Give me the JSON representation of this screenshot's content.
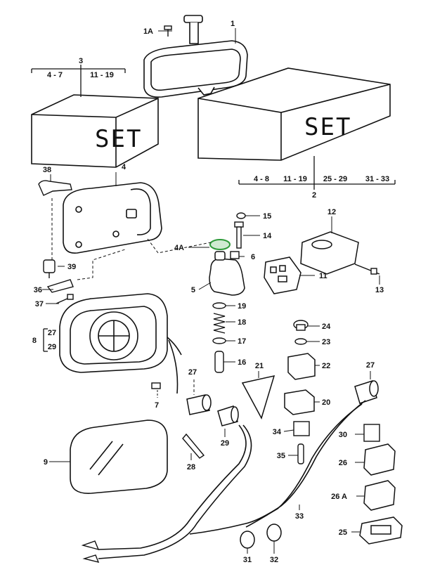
{
  "diagram": {
    "set_label": "SET",
    "labels": [
      {
        "id": "1",
        "text": "1"
      },
      {
        "id": "1A",
        "text": "1A"
      },
      {
        "id": "2",
        "text": "2"
      },
      {
        "id": "3",
        "text": "3"
      },
      {
        "id": "3a",
        "text": "4 - 7"
      },
      {
        "id": "3b",
        "text": "11 - 19"
      },
      {
        "id": "2a",
        "text": "4 - 8"
      },
      {
        "id": "2b",
        "text": "11 - 19"
      },
      {
        "id": "2c",
        "text": "25 - 29"
      },
      {
        "id": "2d",
        "text": "31 - 33"
      },
      {
        "id": "4",
        "text": "4"
      },
      {
        "id": "4A",
        "text": "4A"
      },
      {
        "id": "5",
        "text": "5"
      },
      {
        "id": "6",
        "text": "6"
      },
      {
        "id": "7",
        "text": "7"
      },
      {
        "id": "8",
        "text": "8"
      },
      {
        "id": "27a",
        "text": "27"
      },
      {
        "id": "29a",
        "text": "29"
      },
      {
        "id": "9",
        "text": "9"
      },
      {
        "id": "11",
        "text": "11"
      },
      {
        "id": "12",
        "text": "12"
      },
      {
        "id": "13",
        "text": "13"
      },
      {
        "id": "14",
        "text": "14"
      },
      {
        "id": "15",
        "text": "15"
      },
      {
        "id": "16",
        "text": "16"
      },
      {
        "id": "17",
        "text": "17"
      },
      {
        "id": "18",
        "text": "18"
      },
      {
        "id": "19",
        "text": "19"
      },
      {
        "id": "20",
        "text": "20"
      },
      {
        "id": "21",
        "text": "21"
      },
      {
        "id": "22",
        "text": "22"
      },
      {
        "id": "23",
        "text": "23"
      },
      {
        "id": "24",
        "text": "24"
      },
      {
        "id": "25",
        "text": "25"
      },
      {
        "id": "26",
        "text": "26"
      },
      {
        "id": "26A",
        "text": "26 A"
      },
      {
        "id": "27b",
        "text": "27"
      },
      {
        "id": "27c",
        "text": "27"
      },
      {
        "id": "28",
        "text": "28"
      },
      {
        "id": "29b",
        "text": "29"
      },
      {
        "id": "30",
        "text": "30"
      },
      {
        "id": "31",
        "text": "31"
      },
      {
        "id": "32",
        "text": "32"
      },
      {
        "id": "33",
        "text": "33"
      },
      {
        "id": "34",
        "text": "34"
      },
      {
        "id": "35",
        "text": "35"
      },
      {
        "id": "36",
        "text": "36"
      },
      {
        "id": "37",
        "text": "37"
      },
      {
        "id": "38",
        "text": "38"
      },
      {
        "id": "39",
        "text": "39"
      }
    ],
    "colors": {
      "ink": "#111111",
      "box_fill": "#ffffff",
      "highlight": "#2e9a3a"
    }
  }
}
